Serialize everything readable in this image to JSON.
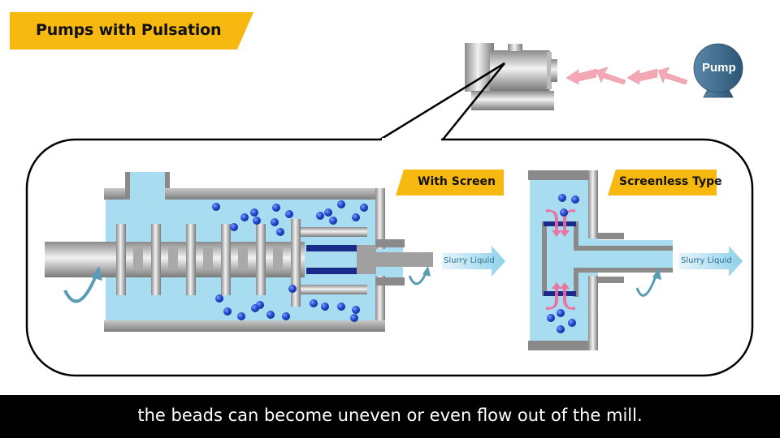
{
  "title": "Pumps with Pulsation",
  "pump": {
    "label": "Pump"
  },
  "with_screen": {
    "label": "With Screen",
    "outlet_label": "Slurry Liquid"
  },
  "screenless": {
    "label": "Screenless Type",
    "outlet_label": "Slurry Liquid"
  },
  "caption": "the beads can become uneven or even flow out of the mill.",
  "colors": {
    "banner": "#f7b90f",
    "liquid": "#a8dcf0",
    "bead": "#2a4fd6",
    "metal": "#9a9a9a",
    "pulse_arrow": "#f4a7b5",
    "pump": "#3d6b8c",
    "screen": "#1a2a8a",
    "flow_arrow": "#f06a9a",
    "rotation_arrow": "#5a9bb5"
  }
}
